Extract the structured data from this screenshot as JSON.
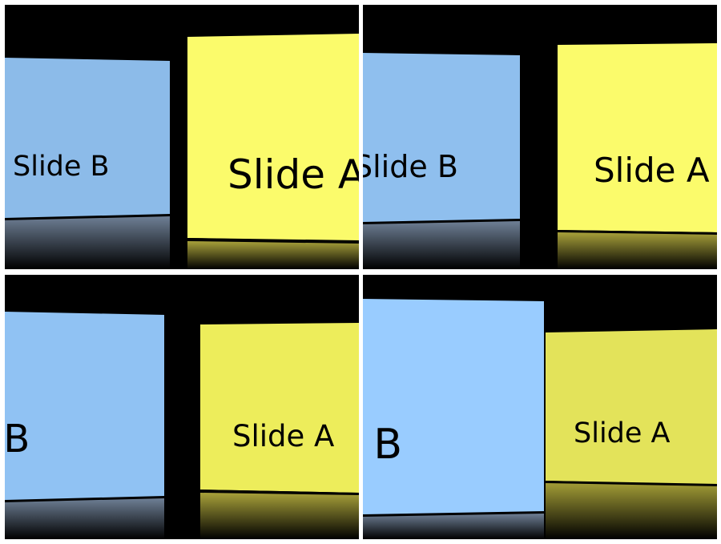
{
  "colors": {
    "background": "#000000",
    "divider": "#ffffff",
    "slide_b": "#8cbbe9",
    "slide_a": "#fbfb6b"
  },
  "frames": [
    {
      "name": "frame-1",
      "slide_b_label": "Slide B",
      "slide_a_label": "Slide A"
    },
    {
      "name": "frame-2",
      "slide_b_label": "Slide B",
      "slide_a_label": "Slide A"
    },
    {
      "name": "frame-3",
      "slide_b_label": "Slide B",
      "slide_a_label": "Slide A"
    },
    {
      "name": "frame-4",
      "slide_b_label": "Slide B",
      "slide_a_label": "Slide A"
    }
  ]
}
